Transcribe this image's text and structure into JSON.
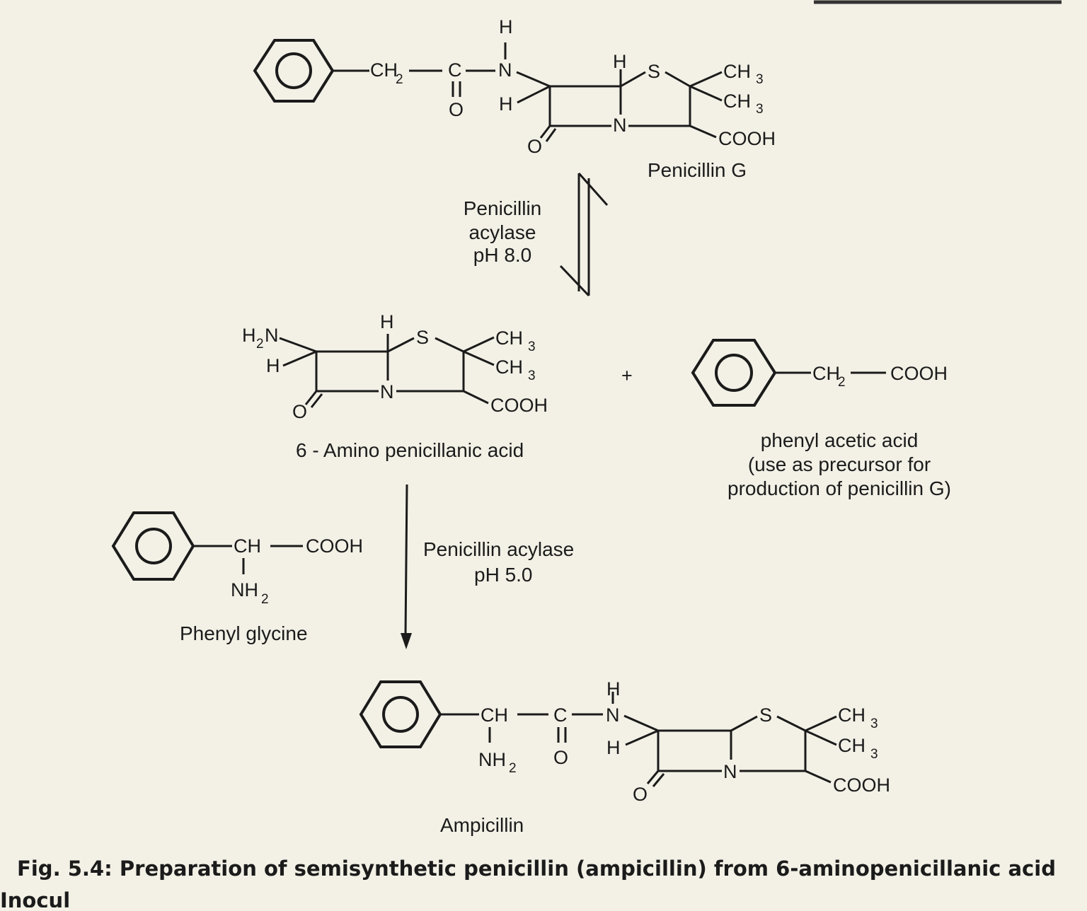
{
  "labels": {
    "penicillin_g": "Penicillin G",
    "step1_enzyme": "Penicillin",
    "step1_enzyme2": "acylase",
    "step1_ph": "pH 8.0",
    "apa": "6 - Amino penicillanic acid",
    "plus": "+",
    "phenylacetic_line1": "phenyl acetic acid",
    "phenylacetic_line2": "(use as precursor for",
    "phenylacetic_line3": "production of penicillin G)",
    "step2_enzyme": "Penicillin acylase",
    "step2_ph": "pH 5.0",
    "phenyl_glycine": "Phenyl glycine",
    "ampicillin": "Ampicillin"
  },
  "caption": "Fig. 5.4: Preparation of semisynthetic penicillin (ampicillin) from 6-aminopenicillanic acid",
  "footer_fragment": "Inocul",
  "atoms": {
    "H": "H",
    "N": "N",
    "S": "S",
    "C": "C",
    "O": "O",
    "CH": "CH",
    "CH2": "CH",
    "sub2": "2",
    "CH3": "CH",
    "sub3": "3",
    "COOH": "COOH",
    "H2N": "H",
    "NH2": "NH"
  }
}
